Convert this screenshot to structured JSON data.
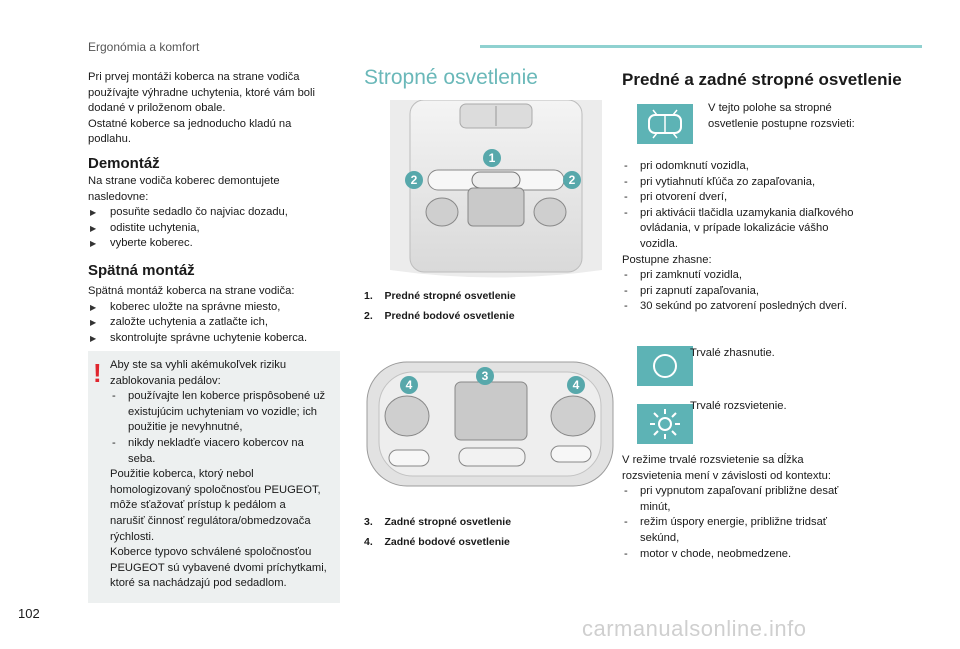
{
  "header": {
    "section": "Ergonómia a komfort"
  },
  "left": {
    "intro": [
      "Pri prvej montáži koberca na strane vodiča",
      "používajte výhradne uchytenia, ktoré vám boli",
      "dodané v priloženom obale.",
      "Ostatné koberce sa jednoducho kladú na",
      "podlahu."
    ],
    "demontaz_title": "Demontáž",
    "demontaz_text": [
      "Na strane vodiča koberec demontujete",
      "nasledovne:"
    ],
    "demontaz_items": [
      "posuňte sedadlo čo najviac dozadu,",
      "odistite uchytenia,",
      "vyberte koberec."
    ],
    "spatna_title": "Spätná montáž",
    "spatna_text": "Spätná montáž koberca na strane vodiča:",
    "spatna_items": [
      "koberec uložte na správne miesto,",
      "založte uchytenia a zatlačte ich,",
      "skontrolujte správne uchytenie koberca."
    ],
    "warning": {
      "mark": "!",
      "lines1": [
        "Aby ste sa vyhli akémukoľvek riziku",
        "zablokovania pedálov:"
      ],
      "dash1": [
        "používajte len koberce prispôsobené už",
        "existujúcim uchyteniam vo vozidle; ich",
        "použitie je nevyhnutné,"
      ],
      "dash2": [
        "nikdy nekladťe viacero kobercov na",
        "seba."
      ],
      "lines2": [
        "Použitie koberca, ktorý nebol",
        "homologizovaný spoločnosťou PEUGEOT,",
        "môže sťažovať prístup k pedálom a",
        "narušiť činnosť regulátora/obmedzovača",
        "rýchlosti.",
        "Koberce typovo schválené spoločnosťou",
        "PEUGEOT sú vybavené dvomi príchytkami,",
        "ktoré sa nachádzajú pod sedadlom."
      ]
    }
  },
  "middle": {
    "title": "Stropné osvetlenie",
    "callouts_top": [
      "1",
      "2",
      "2"
    ],
    "callouts_bottom": [
      "3",
      "4",
      "4"
    ],
    "legend_top": [
      {
        "num": "1.",
        "label": "Predné stropné osvetlenie"
      },
      {
        "num": "2.",
        "label": "Predné bodové osvetlenie"
      }
    ],
    "legend_bottom": [
      {
        "num": "3.",
        "label": "Zadné stropné osvetlenie"
      },
      {
        "num": "4.",
        "label": "Zadné bodové osvetlenie"
      }
    ]
  },
  "right": {
    "title": "Predné a zadné stropné osvetlenie",
    "door_text": [
      "V tejto polohe sa stropné",
      "osvetlenie postupne rozsvieti:"
    ],
    "on_items": [
      [
        " pri odomknutí vozidla,"
      ],
      [
        "pri vytiahnutí kľúča zo zapaľovania,"
      ],
      [
        "pri otvorení dverí,"
      ],
      [
        "pri aktivácii tlačidla uzamykania diaľkového",
        "ovládania, v prípade lokalizácie vášho",
        "vozidla."
      ]
    ],
    "off_title": "Postupne zhasne:",
    "off_items": [
      "pri zamknutí vozidla,",
      "pri zapnutí zapaľovania,",
      "30 sekúnd po zatvorení posledných dverí."
    ],
    "off_label": "Trvalé zhasnutie.",
    "on_label": "Trvalé rozsvietenie.",
    "perm_text": [
      "V režime trvalé rozsvietenie sa dĺžka",
      "rozsvietenia mení v závislosti od kontextu:"
    ],
    "perm_items": [
      [
        "pri vypnutom zapaľovaní približne desať",
        "minút,"
      ],
      [
        "režim úspory energie, približne tridsať",
        "sekúnd,"
      ],
      [
        "motor v chode, neobmedzene."
      ]
    ]
  },
  "footer": {
    "page": "102",
    "watermark": "carmanualsonline.info"
  },
  "colors": {
    "accent": "#5db3b5",
    "warning": "#e0262e",
    "title_light": "#6ab8b9"
  }
}
